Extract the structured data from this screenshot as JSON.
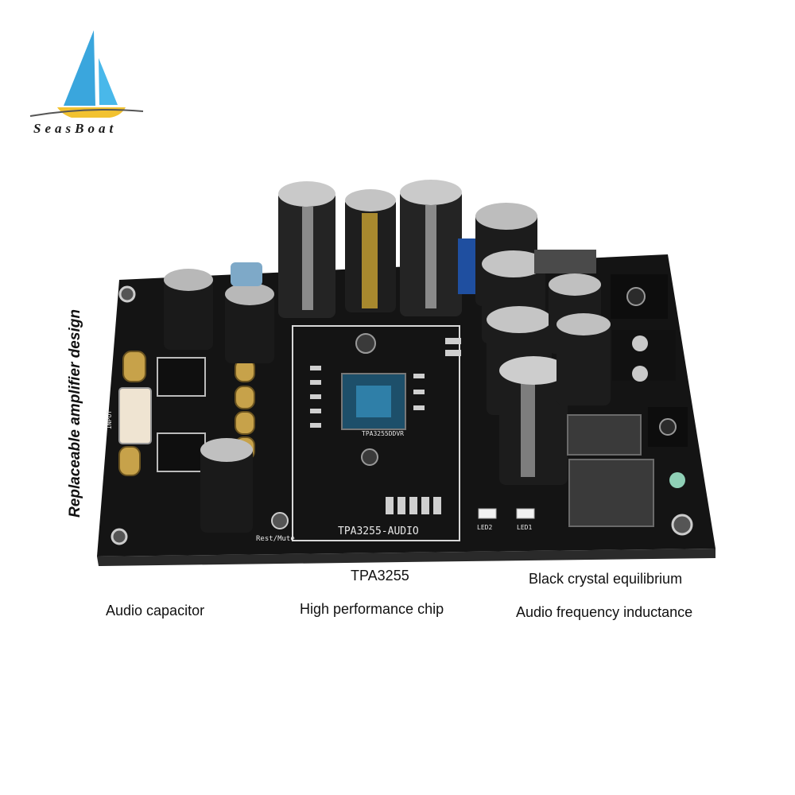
{
  "brand": {
    "name": "SeasBoat",
    "accent_color": "#3aa6dd",
    "sail_color": "#1e90d6",
    "hull_color": "#f2c230"
  },
  "captions": {
    "replaceable": "Replaceable amplifier design",
    "audio_capacitor": "Audio capacitor",
    "chip_title": "TPA3255",
    "chip_subtitle": "High performance chip",
    "inductance_title": "Black crystal equilibrium",
    "inductance_subtitle": "Audio frequency inductance"
  },
  "board": {
    "pcb_color": "#141414",
    "silkscreen_name": "TPA3255-AUDIO",
    "chip_marking": "TPA3255DDVR",
    "input_label": "INPUT",
    "reset_label": "Rest/Mute",
    "led1_label": "LED1",
    "led2_label": "LED2"
  }
}
